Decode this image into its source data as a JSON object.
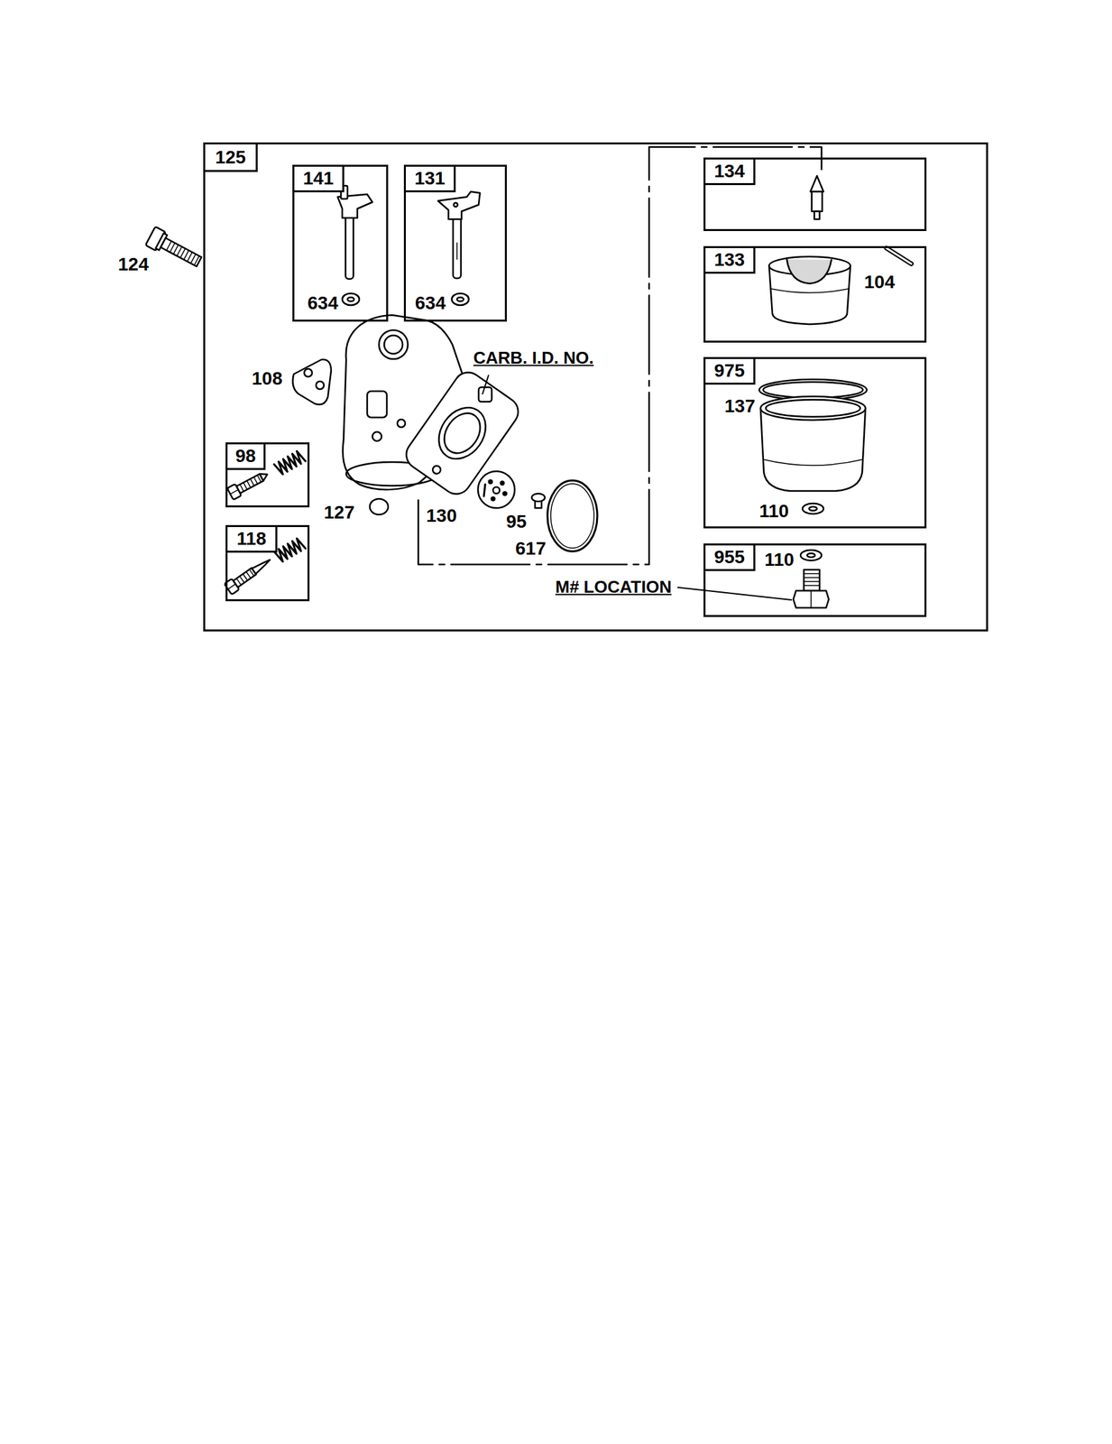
{
  "diagram": {
    "nodes": [
      {
        "text": [
          "125"
        ]
      },
      {
        "text": [
          "141",
          "634"
        ],
        "in": 0
      },
      {
        "text": [
          "131",
          "634"
        ],
        "in": 0
      },
      {
        "text": [
          "134"
        ],
        "in": 0
      },
      {
        "text": [
          "133",
          "104"
        ],
        "in": 0
      },
      {
        "text": [
          "975",
          "137",
          "110"
        ],
        "in": 0
      },
      {
        "text": [
          "98"
        ],
        "in": 0
      },
      {
        "text": [
          "118"
        ],
        "in": 0
      },
      {
        "text": [
          "955",
          "110"
        ],
        "in": 0
      }
    ],
    "labels": [
      "124",
      "108",
      "CARB. I.D. NO.",
      "127",
      "130",
      "95",
      "617",
      "M# LOCATION"
    ]
  }
}
